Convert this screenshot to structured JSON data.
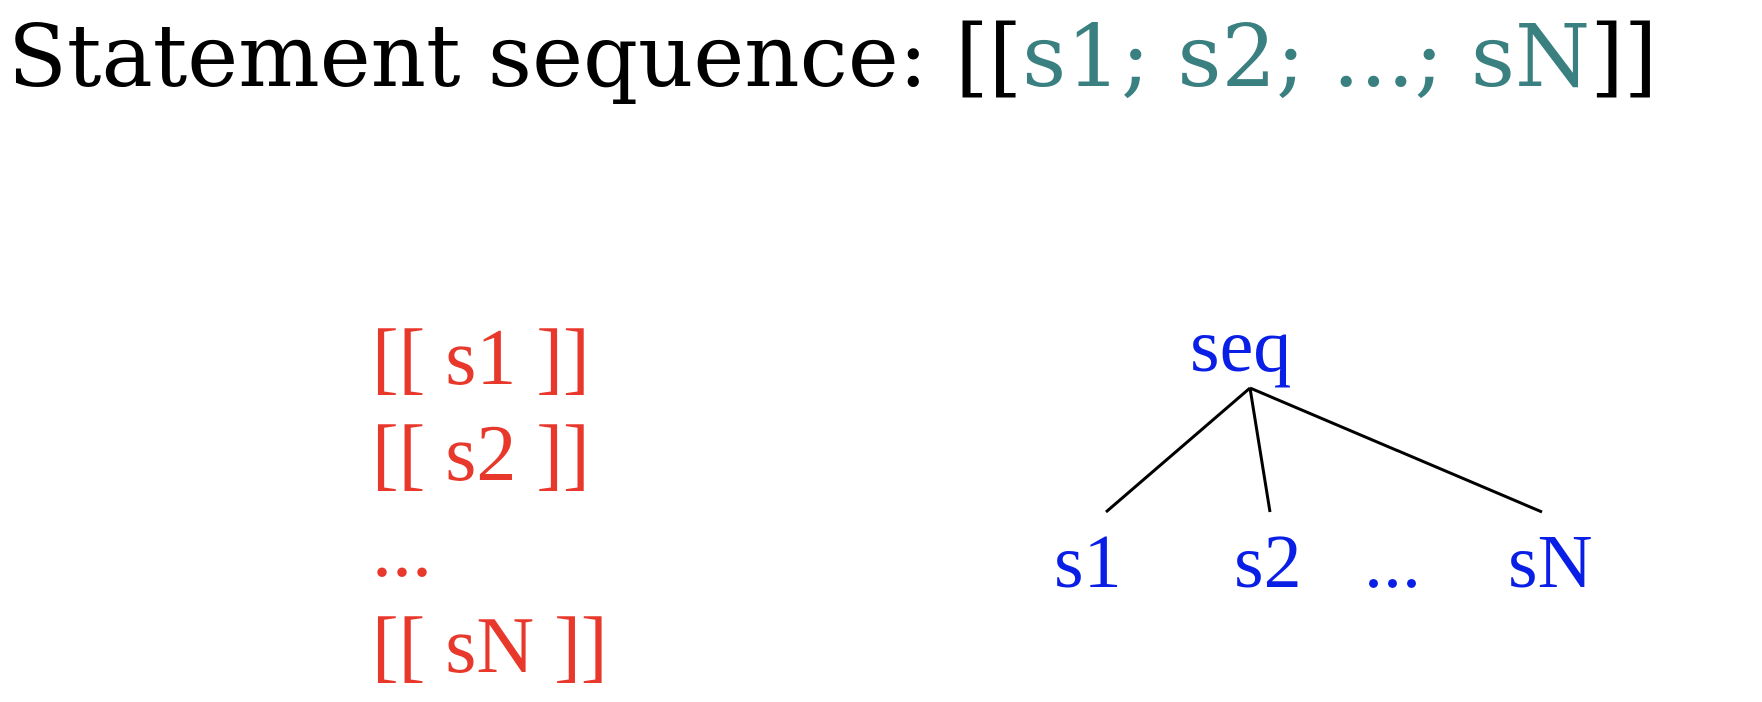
{
  "header": {
    "label": "Statement sequence:",
    "open": "[[",
    "items": "s1; s2; ...; sN",
    "close": "]]"
  },
  "translation": {
    "lines": [
      "[[ s1 ]]",
      "[[ s2 ]]",
      "...",
      "[[ sN ]]"
    ]
  },
  "tree": {
    "root": "seq",
    "children": [
      "s1",
      "s2",
      "...",
      "sN"
    ]
  },
  "colors": {
    "title": "#000000",
    "title_accent": "#3a8080",
    "translation": "#e8382c",
    "tree_text": "#0a1fe6",
    "edges": "#000000"
  }
}
